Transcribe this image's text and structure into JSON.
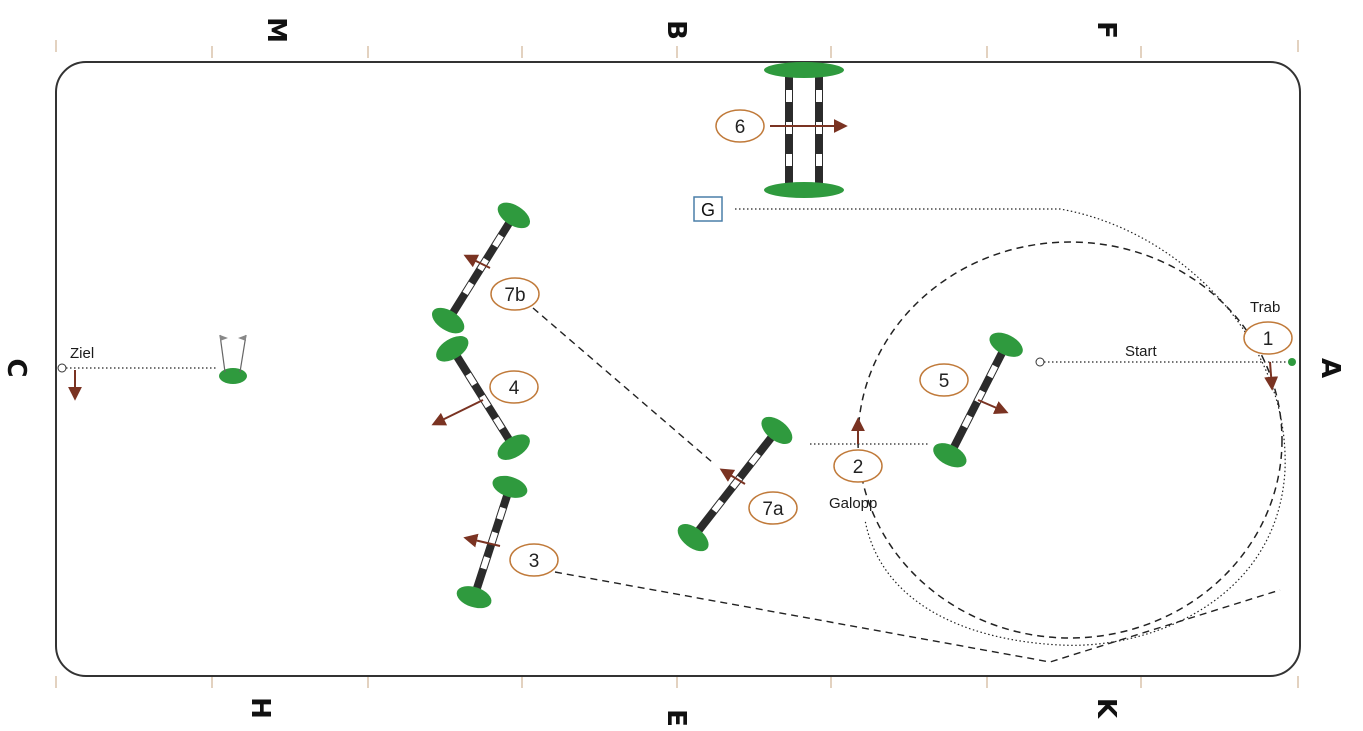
{
  "arena": {
    "letters": {
      "top": [
        "M",
        "B",
        "F"
      ],
      "bottom": [
        "H",
        "E",
        "K"
      ],
      "left": "C",
      "right": "A"
    },
    "labels": {
      "start": "Start",
      "finish": "Ziel",
      "trot": "Trab",
      "canter": "Galopp",
      "gate": "G"
    },
    "obstacles": [
      "1",
      "2",
      "3",
      "4",
      "5",
      "6",
      "7a",
      "7b"
    ],
    "colors": {
      "arena_line": "#333333",
      "pole_dark": "#2b2b2b",
      "pole_light": "#ffffff",
      "hedge": "#2f9a3e",
      "marker_ring": "#c07a3a",
      "arrow": "#7a3322",
      "route": "#222222"
    }
  }
}
